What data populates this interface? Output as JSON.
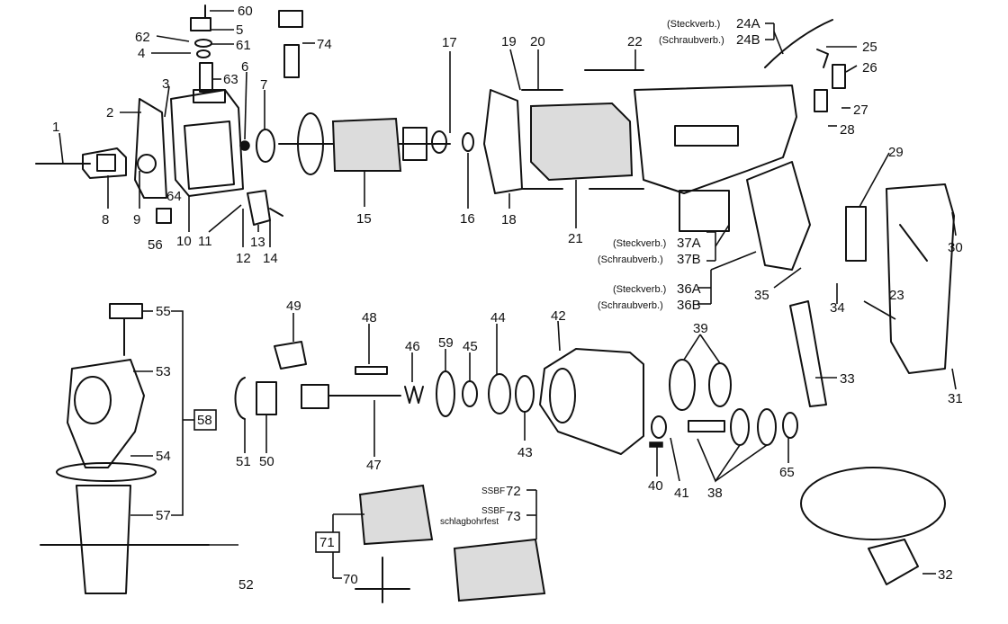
{
  "labels": {
    "p1": "1",
    "p2": "2",
    "p3": "3",
    "p4": "4",
    "p5": "5",
    "p6": "6",
    "p7": "7",
    "p8": "8",
    "p9": "9",
    "p10": "10",
    "p11": "11",
    "p12": "12",
    "p13": "13",
    "p14": "14",
    "p15": "15",
    "p16": "16",
    "p17": "17",
    "p18": "18",
    "p19": "19",
    "p20": "20",
    "p21": "21",
    "p22": "22",
    "p23": "23",
    "p24A": "24A",
    "p24B": "24B",
    "p25": "25",
    "p26": "26",
    "p27": "27",
    "p28": "28",
    "p29": "29",
    "p30": "30",
    "p31": "31",
    "p32": "32",
    "p33": "33",
    "p34": "34",
    "p35": "35",
    "p36A": "36A",
    "p36B": "36B",
    "p37A": "37A",
    "p37B": "37B",
    "p38": "38",
    "p39": "39",
    "p40": "40",
    "p41": "41",
    "p42": "42",
    "p43": "43",
    "p44": "44",
    "p45": "45",
    "p46": "46",
    "p47": "47",
    "p48": "48",
    "p49": "49",
    "p50": "50",
    "p51": "51",
    "p52": "52",
    "p53": "53",
    "p54": "54",
    "p55": "55",
    "p56": "56",
    "p57": "57",
    "p58": "58",
    "p59": "59",
    "p60": "60",
    "p61": "61",
    "p62": "62",
    "p63": "63",
    "p64": "64",
    "p65": "65",
    "p70": "70",
    "p71": "71",
    "p72": "72",
    "p73": "73",
    "p74": "74"
  },
  "notes": {
    "steckverb": "(Steckverb.)",
    "schraubverb": "(Schraubverb.)",
    "ssbf": "SSBF",
    "schlagbohrfest": "schlagbohrfest"
  }
}
